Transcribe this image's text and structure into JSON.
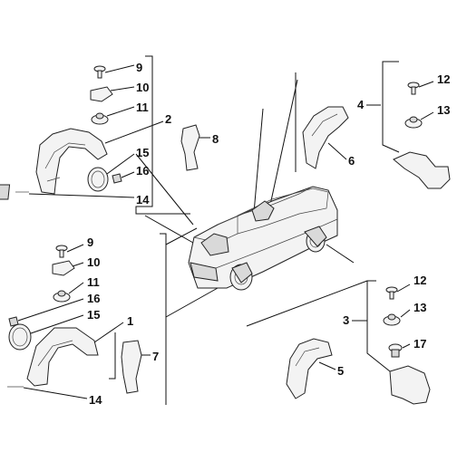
{
  "callouts": {
    "c1": "1",
    "c2": "2",
    "c3": "3",
    "c4": "4",
    "c5": "5",
    "c6": "6",
    "c7": "7",
    "c8": "8",
    "fl_c9": "9",
    "fl_c10": "10",
    "fl_c11": "11",
    "fl_c15": "15",
    "fl_c16": "16",
    "fl_c14": "14",
    "rl_c9": "9",
    "rl_c10": "10",
    "rl_c11": "11",
    "rl_c16": "16",
    "rl_c15": "15",
    "rl_c14": "14",
    "fr_c12": "12",
    "fr_c13": "13",
    "rr_c12": "12",
    "rr_c13": "13",
    "rr_c17": "17"
  }
}
